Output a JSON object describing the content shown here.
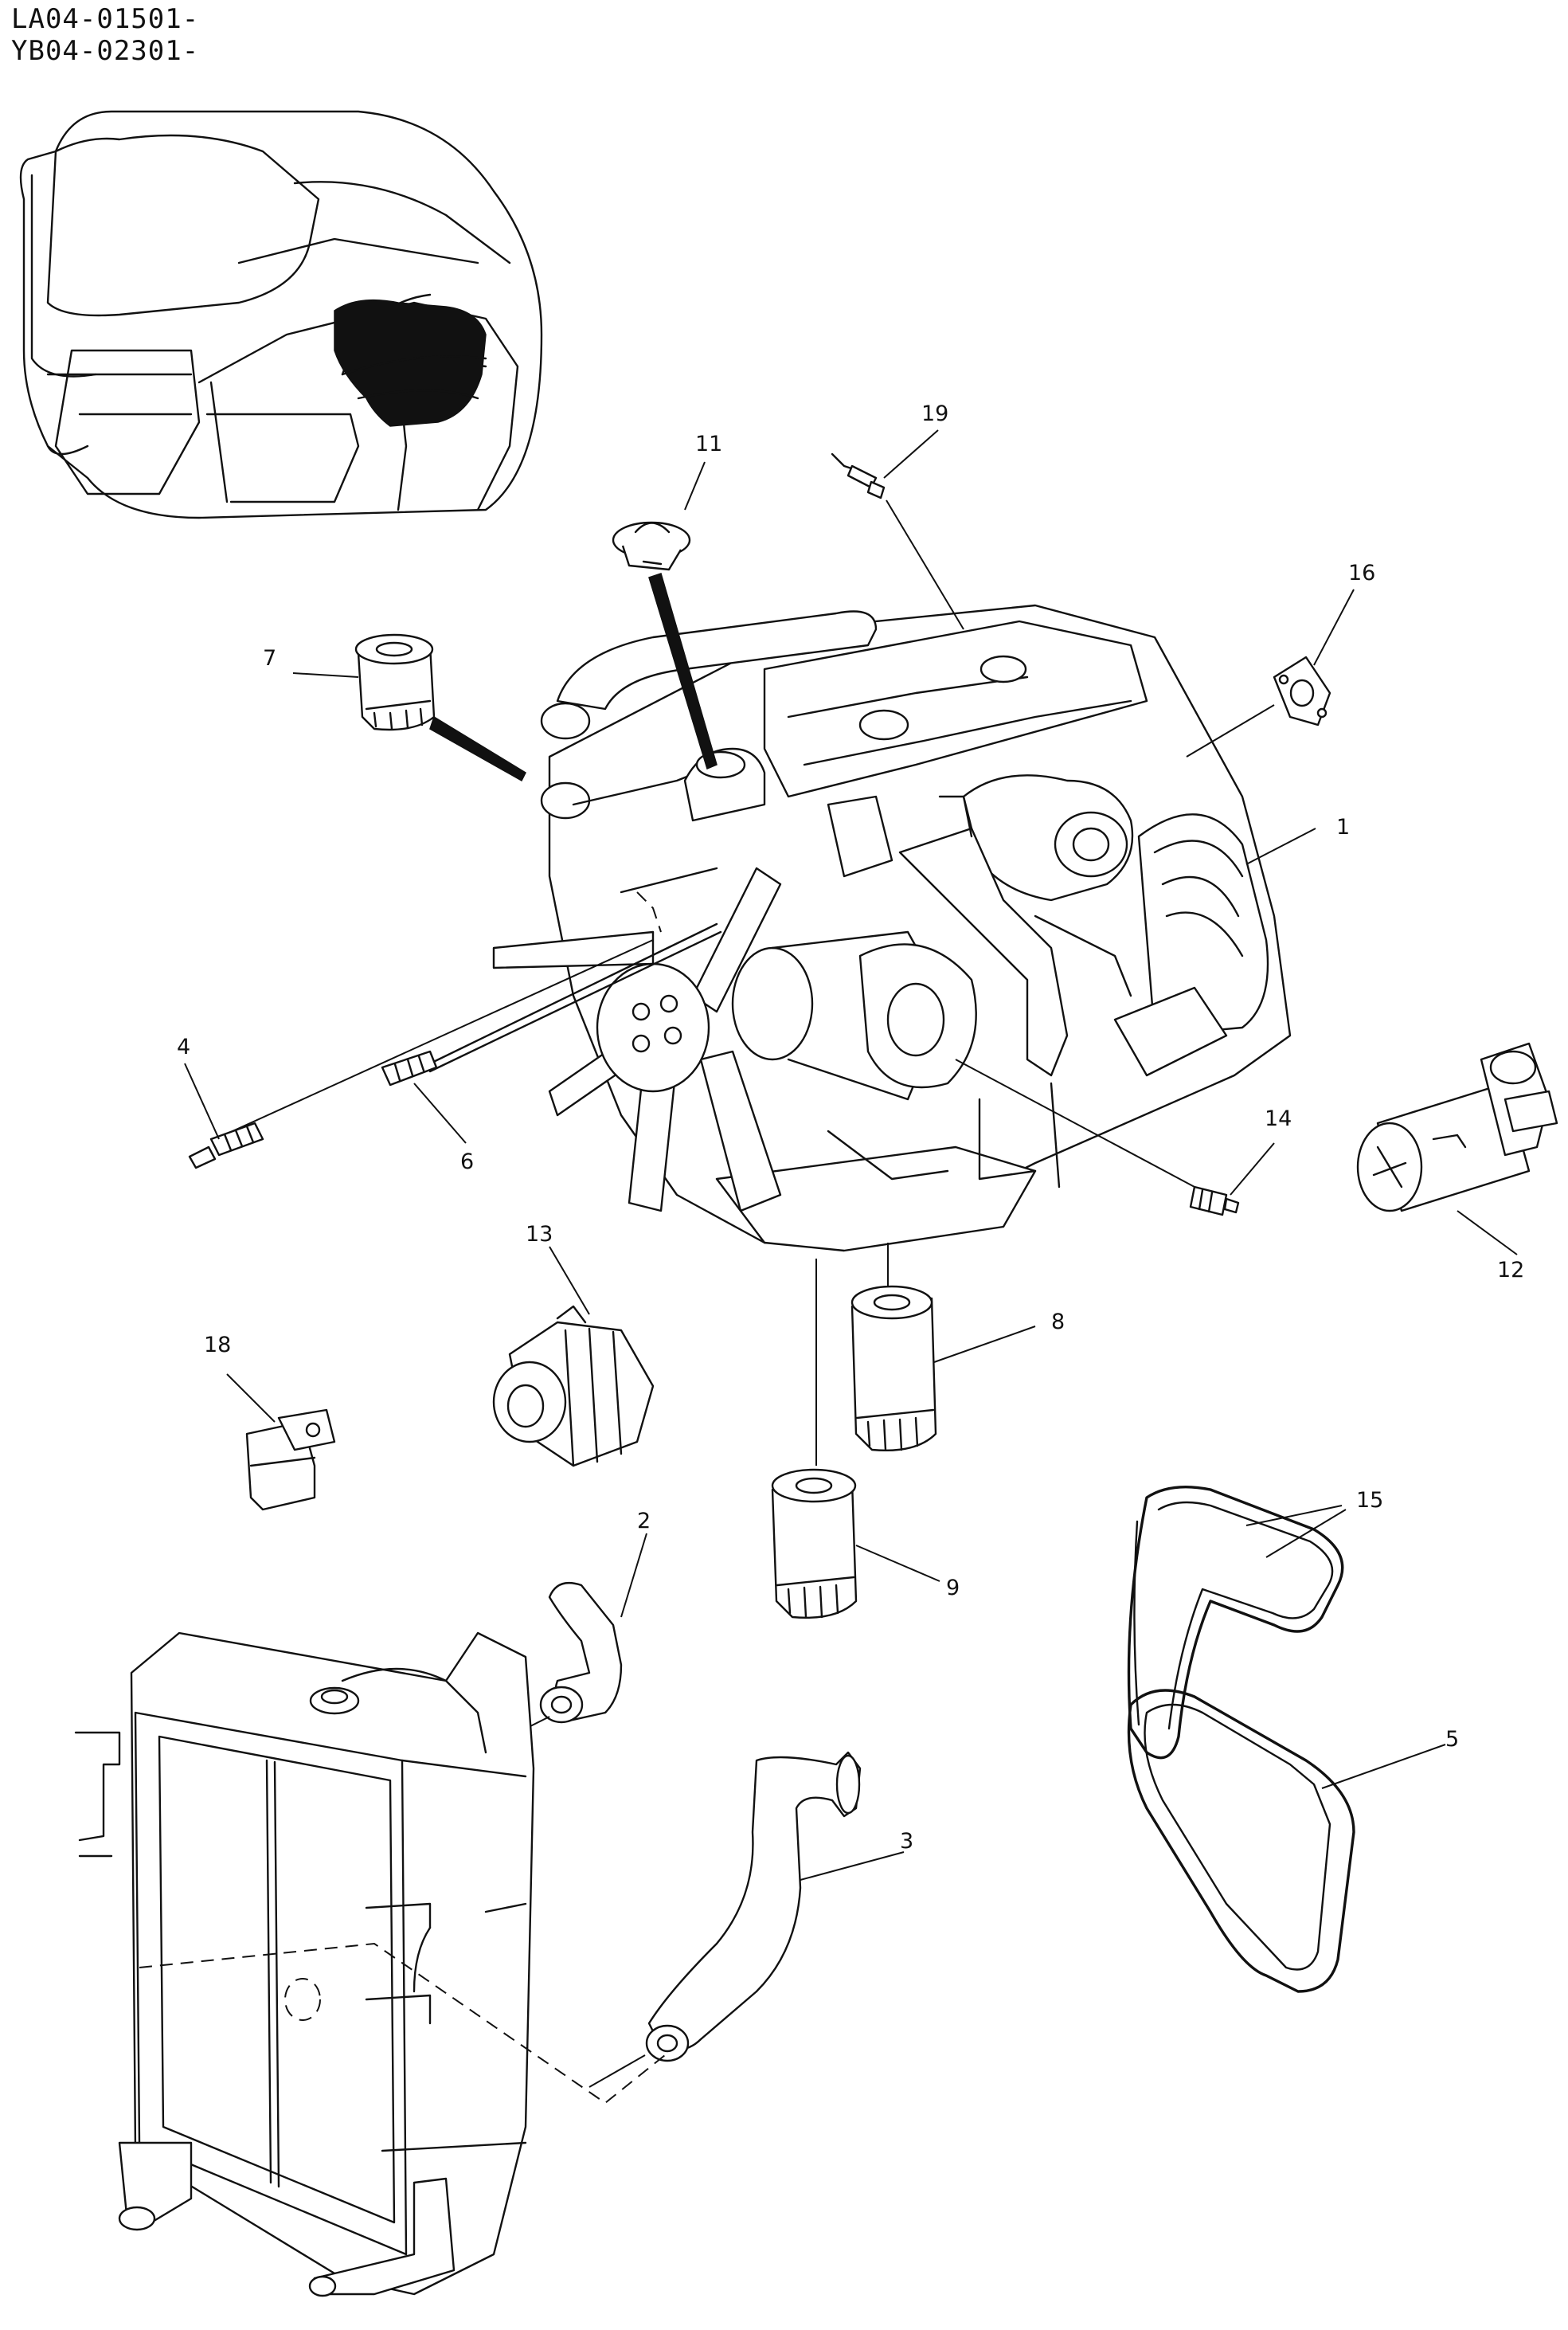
{
  "serials": [
    "LA04-01501-",
    "YB04-02301-"
  ],
  "callouts": {
    "c1": "1",
    "c2": "2",
    "c3": "3",
    "c4": "4",
    "c5": "5",
    "c6": "6",
    "c7": "7",
    "c8": "8",
    "c9": "9",
    "c11": "11",
    "c12": "12",
    "c13": "13",
    "c14": "14",
    "c15": "15",
    "c16": "16",
    "c18": "18",
    "c19": "19"
  }
}
